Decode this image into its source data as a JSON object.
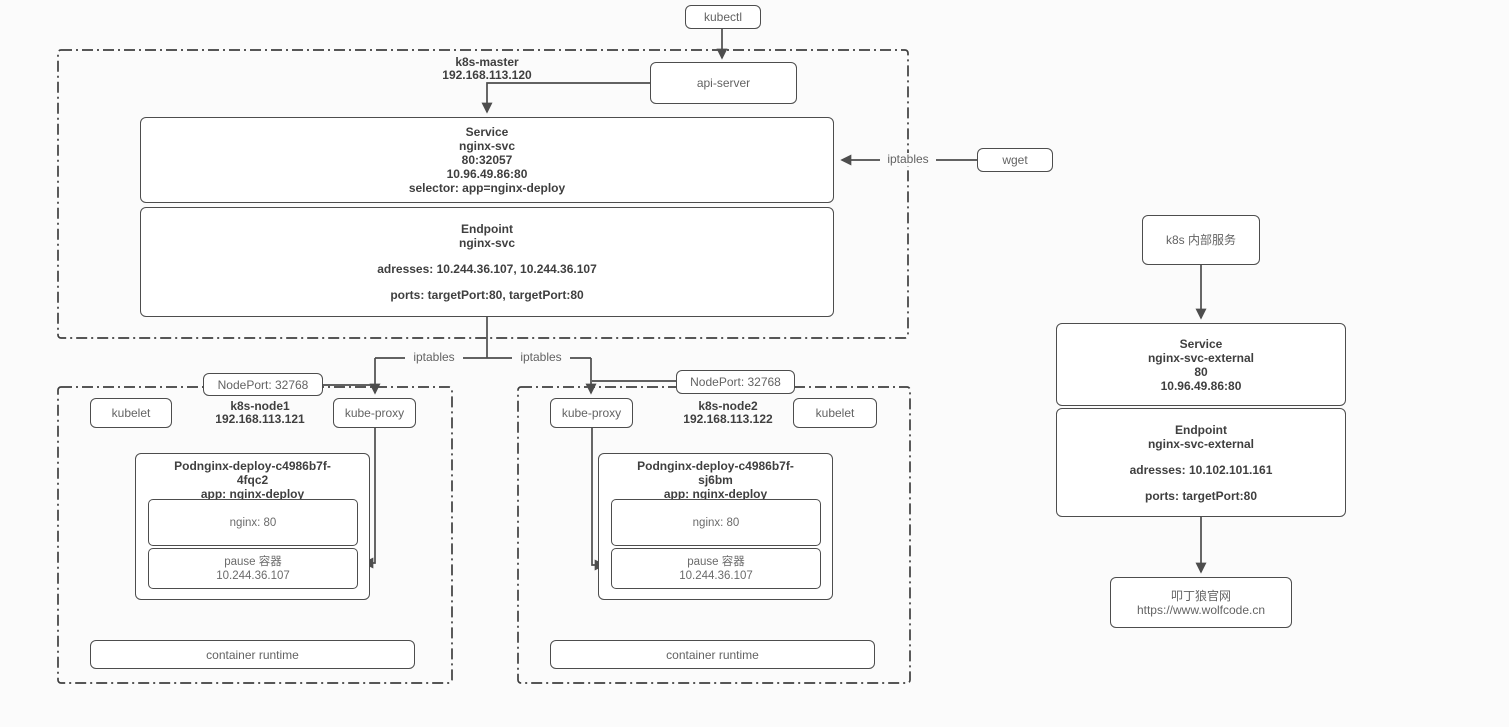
{
  "diagram_title": "Kubernetes NodePort service architecture",
  "colors": {
    "line": "#4d4d4d",
    "text_bold": "#3f3f3f",
    "text_regular": "#636363",
    "background": "#fbfbfb",
    "box_fill": "#ffffff"
  },
  "top": {
    "kubectl": "kubectl",
    "api_server": "api-server",
    "wget": "wget"
  },
  "labels": {
    "iptables_wget": "iptables",
    "iptables_node1": "iptables",
    "iptables_node2": "iptables"
  },
  "master": {
    "name": "k8s-master",
    "ip": "192.168.113.120",
    "service": {
      "title": "Service",
      "svc_name": "nginx-svc",
      "port": "80:32057",
      "cluster_ip": "10.96.49.86:80",
      "selector": "selector: app=nginx-deploy"
    },
    "endpoint": {
      "title": "Endpoint",
      "svc_name": "nginx-svc",
      "addresses": "adresses: 10.244.36.107, 10.244.36.107",
      "ports": "ports: targetPort:80, targetPort:80"
    }
  },
  "node1": {
    "name": "k8s-node1",
    "ip": "192.168.113.121",
    "nodeport": "NodePort: 32768",
    "kubelet": "kubelet",
    "kube_proxy": "kube-proxy",
    "pod": {
      "name_line1": "Podnginx-deploy-c4986b7f-",
      "name_line2": "4fqc2",
      "app": "app: nginx-deploy",
      "nginx": "nginx: 80",
      "pause_name": "pause 容器",
      "pause_ip": "10.244.36.107"
    },
    "runtime": "container runtime"
  },
  "node2": {
    "name": "k8s-node2",
    "ip": "192.168.113.122",
    "nodeport": "NodePort: 32768",
    "kubelet": "kubelet",
    "kube_proxy": "kube-proxy",
    "pod": {
      "name_line1": "Podnginx-deploy-c4986b7f-",
      "name_line2": "sj6bm",
      "app": "app: nginx-deploy",
      "nginx": "nginx: 80",
      "pause_name": "pause 容器",
      "pause_ip": "10.244.36.107"
    },
    "runtime": "container runtime"
  },
  "external": {
    "entry": "k8s 内部服务",
    "service": {
      "title": "Service",
      "svc_name": "nginx-svc-external",
      "port": "80",
      "cluster_ip": "10.96.49.86:80"
    },
    "endpoint": {
      "title": "Endpoint",
      "svc_name": "nginx-svc-external",
      "addresses": "adresses: 10.102.101.161",
      "ports": "ports: targetPort:80"
    },
    "site": {
      "name": "叩丁狼官网",
      "url": "https://www.wolfcode.cn"
    }
  }
}
